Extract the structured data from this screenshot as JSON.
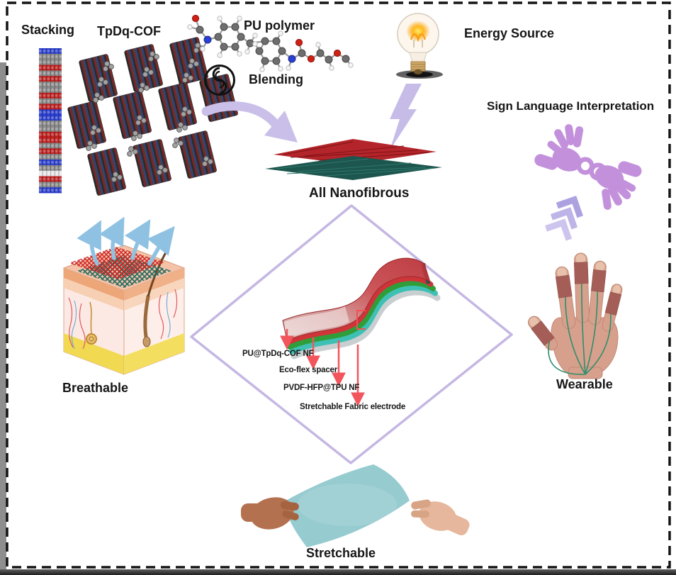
{
  "figure": {
    "type": "graphical-abstract",
    "background": "#ffffff",
    "border_color": "#141414"
  },
  "labels": {
    "stacking": "Stacking",
    "cof": "TpDq-COF",
    "pu_polymer": "PU polymer",
    "blending": "Blending",
    "energy_source": "Energy Source",
    "all_nanofibrous": "All Nanofibrous",
    "sign_language": "Sign Language Interpretation",
    "breathable": "Breathable",
    "wearable": "Wearable",
    "stretchable": "Stretchable"
  },
  "device_layers": [
    "PU@TpDq-COF NF",
    "Eco-flex spacer",
    "PVDF-HFP@TPU NF",
    "Stretchable Fabric electrode"
  ],
  "colors": {
    "accent_lavender": "#c9bfe8",
    "diamond_outline": "#c5b7e3",
    "sign_hands_purple": "#c391dc",
    "mat_red": "#b3252a",
    "mat_teal": "#1d564e",
    "membrane_teal": "#96cbd0",
    "annotation_red": "#f2555c",
    "device_red": "#c8494d",
    "device_green": "#2f9e3a",
    "device_teal": "#3fc0b4",
    "device_gray": "#c9ced0"
  }
}
